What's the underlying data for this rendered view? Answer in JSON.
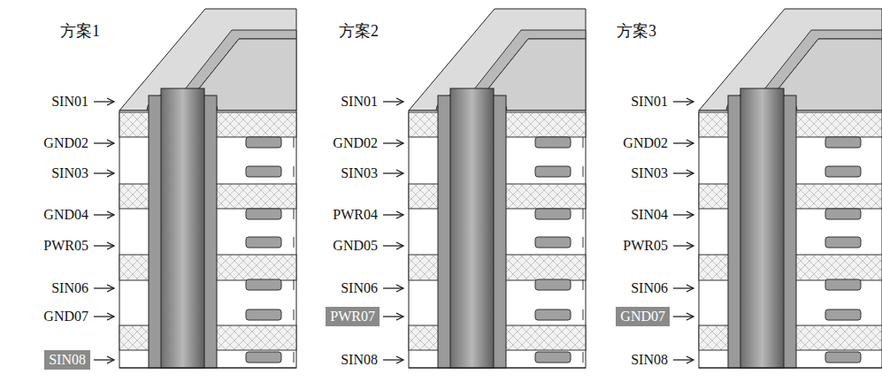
{
  "diagram": {
    "nodes": [
      {
        "text": [
          "SIN08"
        ]
      },
      {
        "text": [
          "PWR07"
        ]
      },
      {
        "text": [
          "GND07"
        ]
      }
    ],
    "labels": [
      "方案1",
      "SIN01",
      "GND02",
      "SIN03",
      "GND04",
      "PWR05",
      "SIN06",
      "GND07",
      "方案2",
      "SIN01",
      "GND02",
      "SIN03",
      "PWR04",
      "GND05",
      "SIN06",
      "SIN08",
      "方案3",
      "SIN01",
      "GND02",
      "SIN03",
      "SIN04",
      "PWR05",
      "SIN06",
      "SIN08"
    ]
  }
}
